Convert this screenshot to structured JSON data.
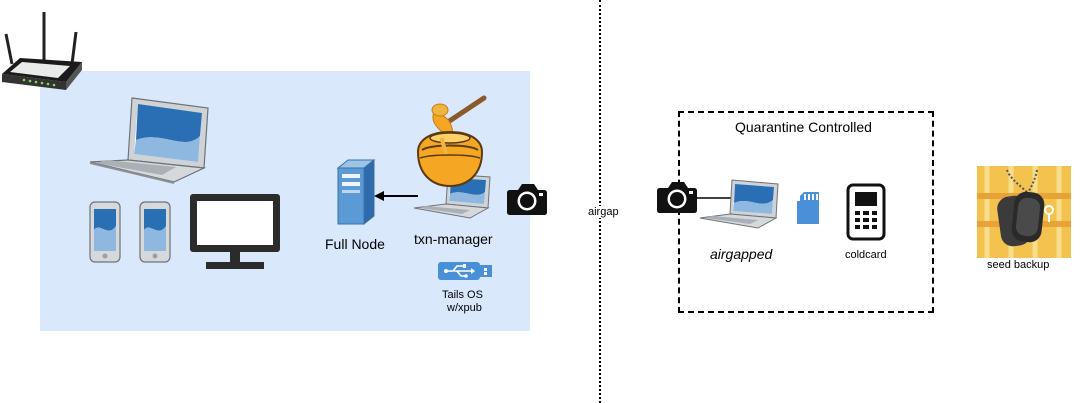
{
  "labels": {
    "full_node": "Full Node",
    "txn_manager": "txn-manager",
    "tails_os_line1": "Tails OS",
    "tails_os_line2": "w/xpub",
    "airgap": "airgap",
    "quarantine": "Quarantine Controlled",
    "airgapped": "airgapped",
    "coldcard": "coldcard",
    "seed_backup": "seed backup"
  },
  "icons": {
    "router": "router-icon",
    "laptop": "laptop-icon",
    "tablet": "tablet-icon",
    "monitor": "monitor-icon",
    "server": "server-icon",
    "honey_pot": "honey-pot-icon",
    "camera": "camera-icon",
    "usb": "usb-drive-icon",
    "sd_card": "sd-card-icon",
    "hardware_wallet": "hardware-wallet-icon",
    "dog_tags": "dog-tags-icon"
  },
  "colors": {
    "network_zone": "#dae8fc",
    "device_blue": "#1f62a8",
    "device_silver": "#c8ccd0",
    "honey": "#f5a623",
    "dark": "#222222"
  }
}
